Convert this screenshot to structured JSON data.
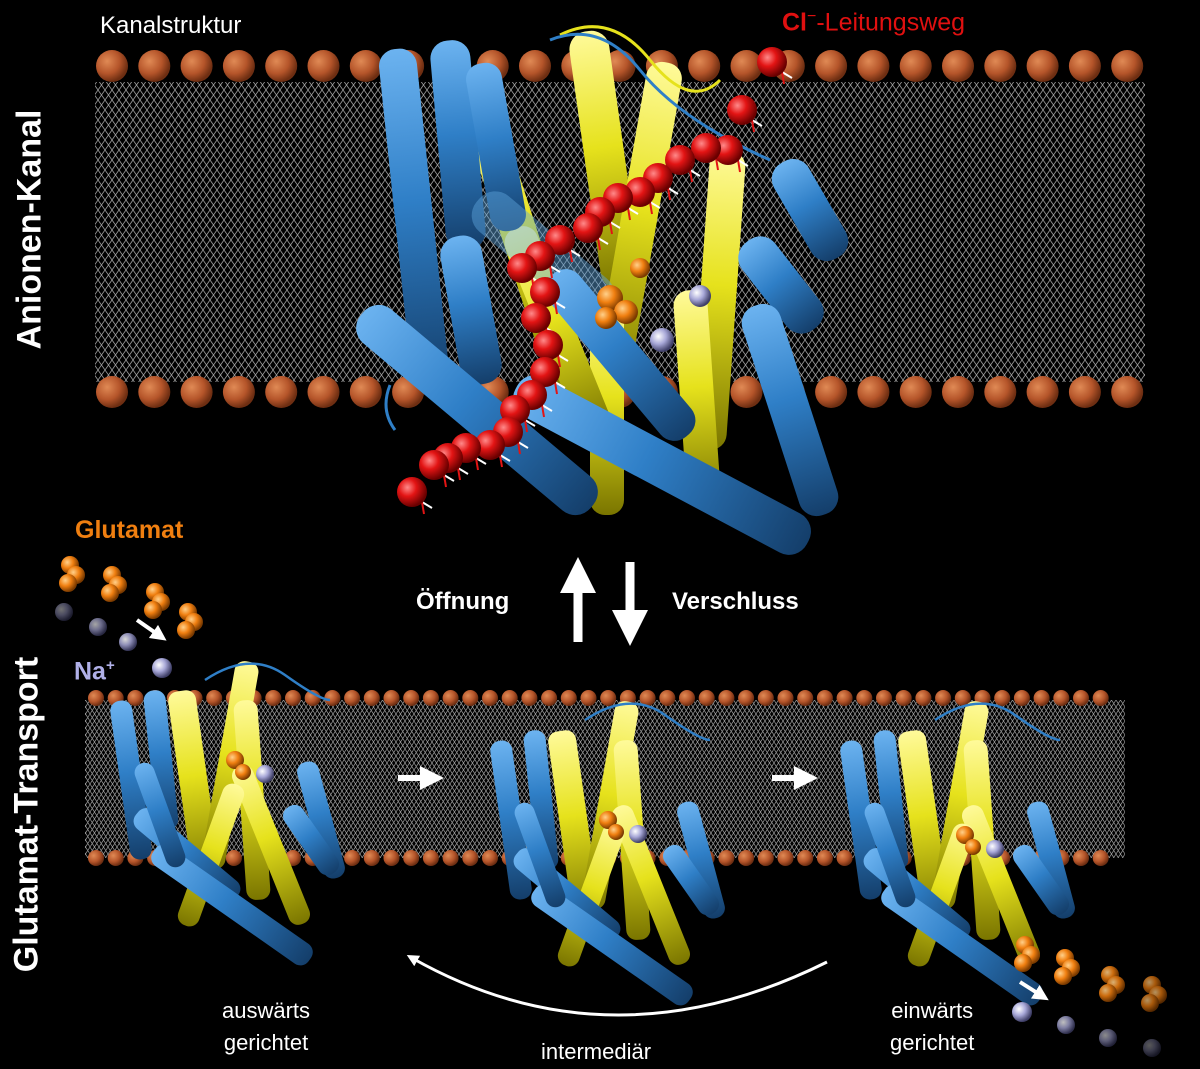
{
  "labels": {
    "side_top": "Anionen-Kanal",
    "side_bottom": "Glutamat-Transport",
    "channel_structure": "Kanalstruktur",
    "conduction_ion": "Cl",
    "conduction_sup": "−",
    "conduction_rest": "-Leitungsweg",
    "glutamate": "Glutamat",
    "sodium": "Na",
    "sodium_sup": "+",
    "opening": "Öffnung",
    "closing": "Verschluss",
    "state_out_1": "auswärts",
    "state_out_2": "gerichtet",
    "state_mid": "intermediär",
    "state_in_1": "einwärts",
    "state_in_2": "gerichtet"
  },
  "colors": {
    "background": "#000000",
    "lipid_head": "#b5552a",
    "helix_blue": "#2f7fc7",
    "helix_yellow": "#e6e21c",
    "chloride": "#d31212",
    "glutamate": "#f07f10",
    "sodium": "#a8a8d8",
    "chloride_label": "#e01010",
    "glutamate_label": "#f07f10",
    "sodium_label": "#b0b0e8"
  }
}
